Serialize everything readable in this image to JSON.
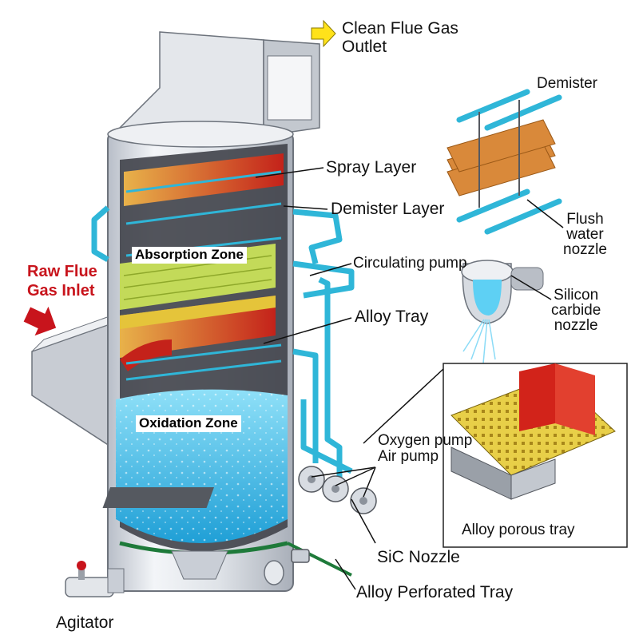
{
  "labels": {
    "clean_outlet": "Clean Flue Gas\nOutlet",
    "raw_inlet": "Raw Flue\nGas Inlet",
    "spray_layer": "Spray Layer",
    "demister_layer": "Demister Layer",
    "circulating_pump": "Circulating pump",
    "alloy_tray": "Alloy Tray",
    "oxygen_pump": "Oxygen pump",
    "air_pump": "Air pump",
    "sic_nozzle": "SiC Nozzle",
    "alloy_perforated_tray": "Alloy Perforated Tray",
    "agitator": "Agitator",
    "absorption_zone": "Absorption Zone",
    "oxidation_zone": "Oxidation Zone",
    "demister": "Demister",
    "flush_water_nozzle": "Flush\nwater\nnozzle",
    "silicon_carbide_nozzle": "Silicon\ncarbide\nnozzle",
    "alloy_porous_tray": "Alloy porous tray"
  },
  "colors": {
    "tower": "#d9dde3",
    "pipe": "#2fb6d8",
    "water": "#3ec3ee",
    "hot": "#c4221a",
    "tray": "#e5c43a",
    "green_pipe": "#1e7a3a",
    "label_red": "#c8141c",
    "arrow_yellow": "#ffe21a"
  }
}
